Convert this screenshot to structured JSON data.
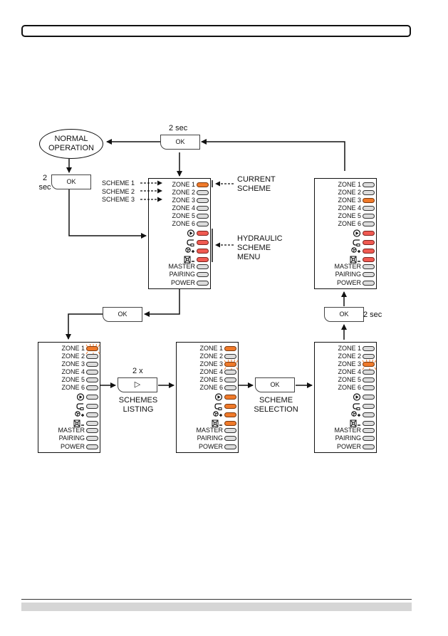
{
  "normal_operation": [
    "NORMAL",
    "OPERATION"
  ],
  "ok_label": "OK",
  "play_label": "▷",
  "two_sec_top": "2 sec",
  "two_sec_left": [
    "2",
    "sec"
  ],
  "two_sec_right": "2 sec",
  "two_x": "2 x",
  "schemes": [
    "SCHEME 1",
    "SCHEME 2",
    "SCHEME 3"
  ],
  "current_scheme": [
    "CURRENT",
    "SCHEME"
  ],
  "hydraulic_menu": [
    "HYDRAULIC",
    "SCHEME",
    "MENU"
  ],
  "schemes_listing": [
    "SCHEMES",
    "LISTING"
  ],
  "scheme_selection": [
    "SCHEME",
    "SELECTION"
  ],
  "zones": [
    "ZONE 1",
    "ZONE 2",
    "ZONE 3",
    "ZONE 4",
    "ZONE 5",
    "ZONE 6"
  ],
  "bottom_labels": [
    "MASTER",
    "PAIRING",
    "POWER"
  ],
  "symbols": [
    "pump-icon",
    "valve-icon",
    "fan-plus-icon",
    "fan-minus-icon"
  ],
  "colors": {
    "orange": "#f07a2a",
    "red": "#f05a52",
    "grey": "#dcdcdc"
  },
  "panels": [
    {
      "id": "top-middle",
      "zone_states": [
        "on",
        "off",
        "off",
        "off",
        "off",
        "off"
      ],
      "symbol_states": [
        "red",
        "red",
        "red",
        "red"
      ]
    },
    {
      "id": "top-right",
      "zone_states": [
        "off",
        "off",
        "on",
        "off",
        "off",
        "off"
      ],
      "symbol_states": [
        "red",
        "red",
        "red",
        "red"
      ]
    },
    {
      "id": "bottom-left",
      "zone_states": [
        "blink",
        "off",
        "off",
        "off",
        "off",
        "off"
      ],
      "symbol_states": [
        "off",
        "off",
        "off",
        "off"
      ]
    },
    {
      "id": "bottom-middle",
      "zone_states": [
        "on",
        "off",
        "blink",
        "off",
        "off",
        "off"
      ],
      "symbol_states": [
        "on",
        "on",
        "on",
        "on"
      ]
    },
    {
      "id": "bottom-right",
      "zone_states": [
        "off",
        "off",
        "blink",
        "off",
        "off",
        "off"
      ],
      "symbol_states": [
        "off",
        "off",
        "off",
        "off"
      ]
    }
  ]
}
